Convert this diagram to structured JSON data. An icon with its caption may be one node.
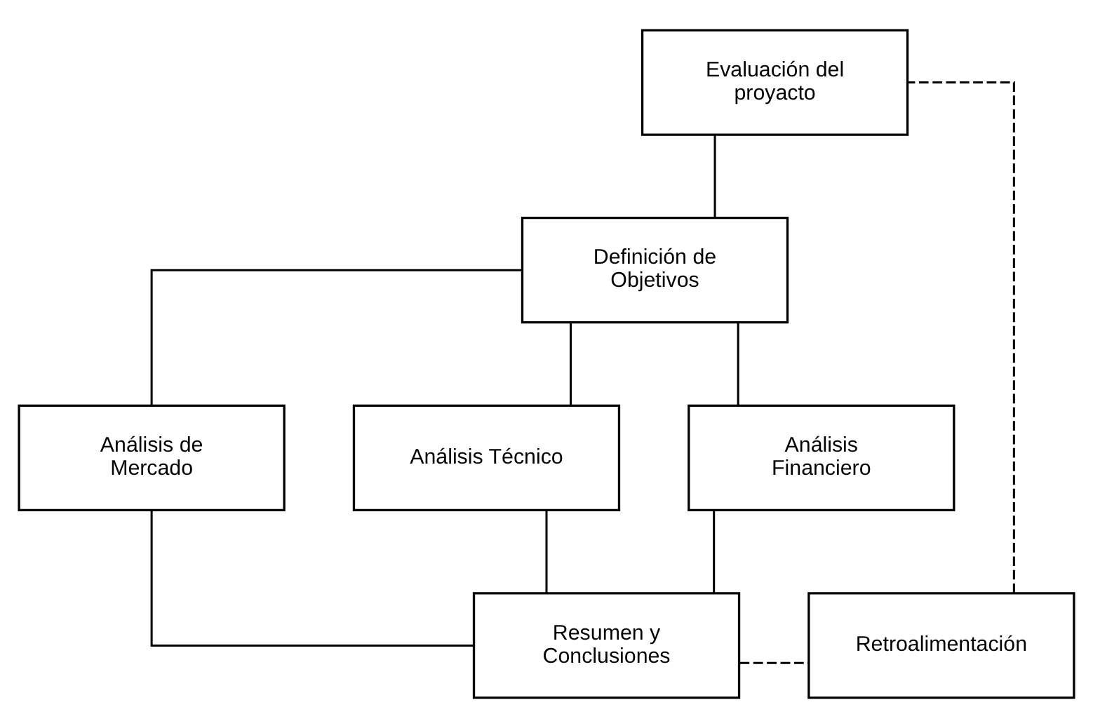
{
  "diagram": {
    "nodes": [
      {
        "text": [
          "Evaluación del proyacto"
        ]
      },
      {
        "text": [
          "Definición de Objetivos"
        ]
      },
      {
        "text": [
          "Análisis de Mercado"
        ]
      },
      {
        "text": [
          "Análisis Técnico"
        ]
      },
      {
        "text": [
          "Análisis Financiero"
        ]
      },
      {
        "text": [
          "Retroalimentación"
        ]
      },
      {
        "text": [
          "Resumen y Conclusiones"
        ]
      }
    ],
    "edges": [
      {
        "from": 0,
        "to": 1,
        "arrow": "none"
      },
      {
        "from": 1,
        "to": 2,
        "arrow": "none"
      },
      {
        "from": 1,
        "to": 3,
        "arrow": "none"
      },
      {
        "from": 1,
        "to": 4,
        "arrow": "none"
      },
      {
        "from": 2,
        "to": 6,
        "arrow": "none"
      },
      {
        "from": 3,
        "to": 6,
        "arrow": "none"
      },
      {
        "from": 4,
        "to": 6,
        "arrow": "none"
      },
      {
        "from": 6,
        "to": 5,
        "arrow": "none",
        "style": "dashed"
      },
      {
        "from": 5,
        "to": 0,
        "arrow": "none",
        "style": "dashed"
      }
    ]
  }
}
